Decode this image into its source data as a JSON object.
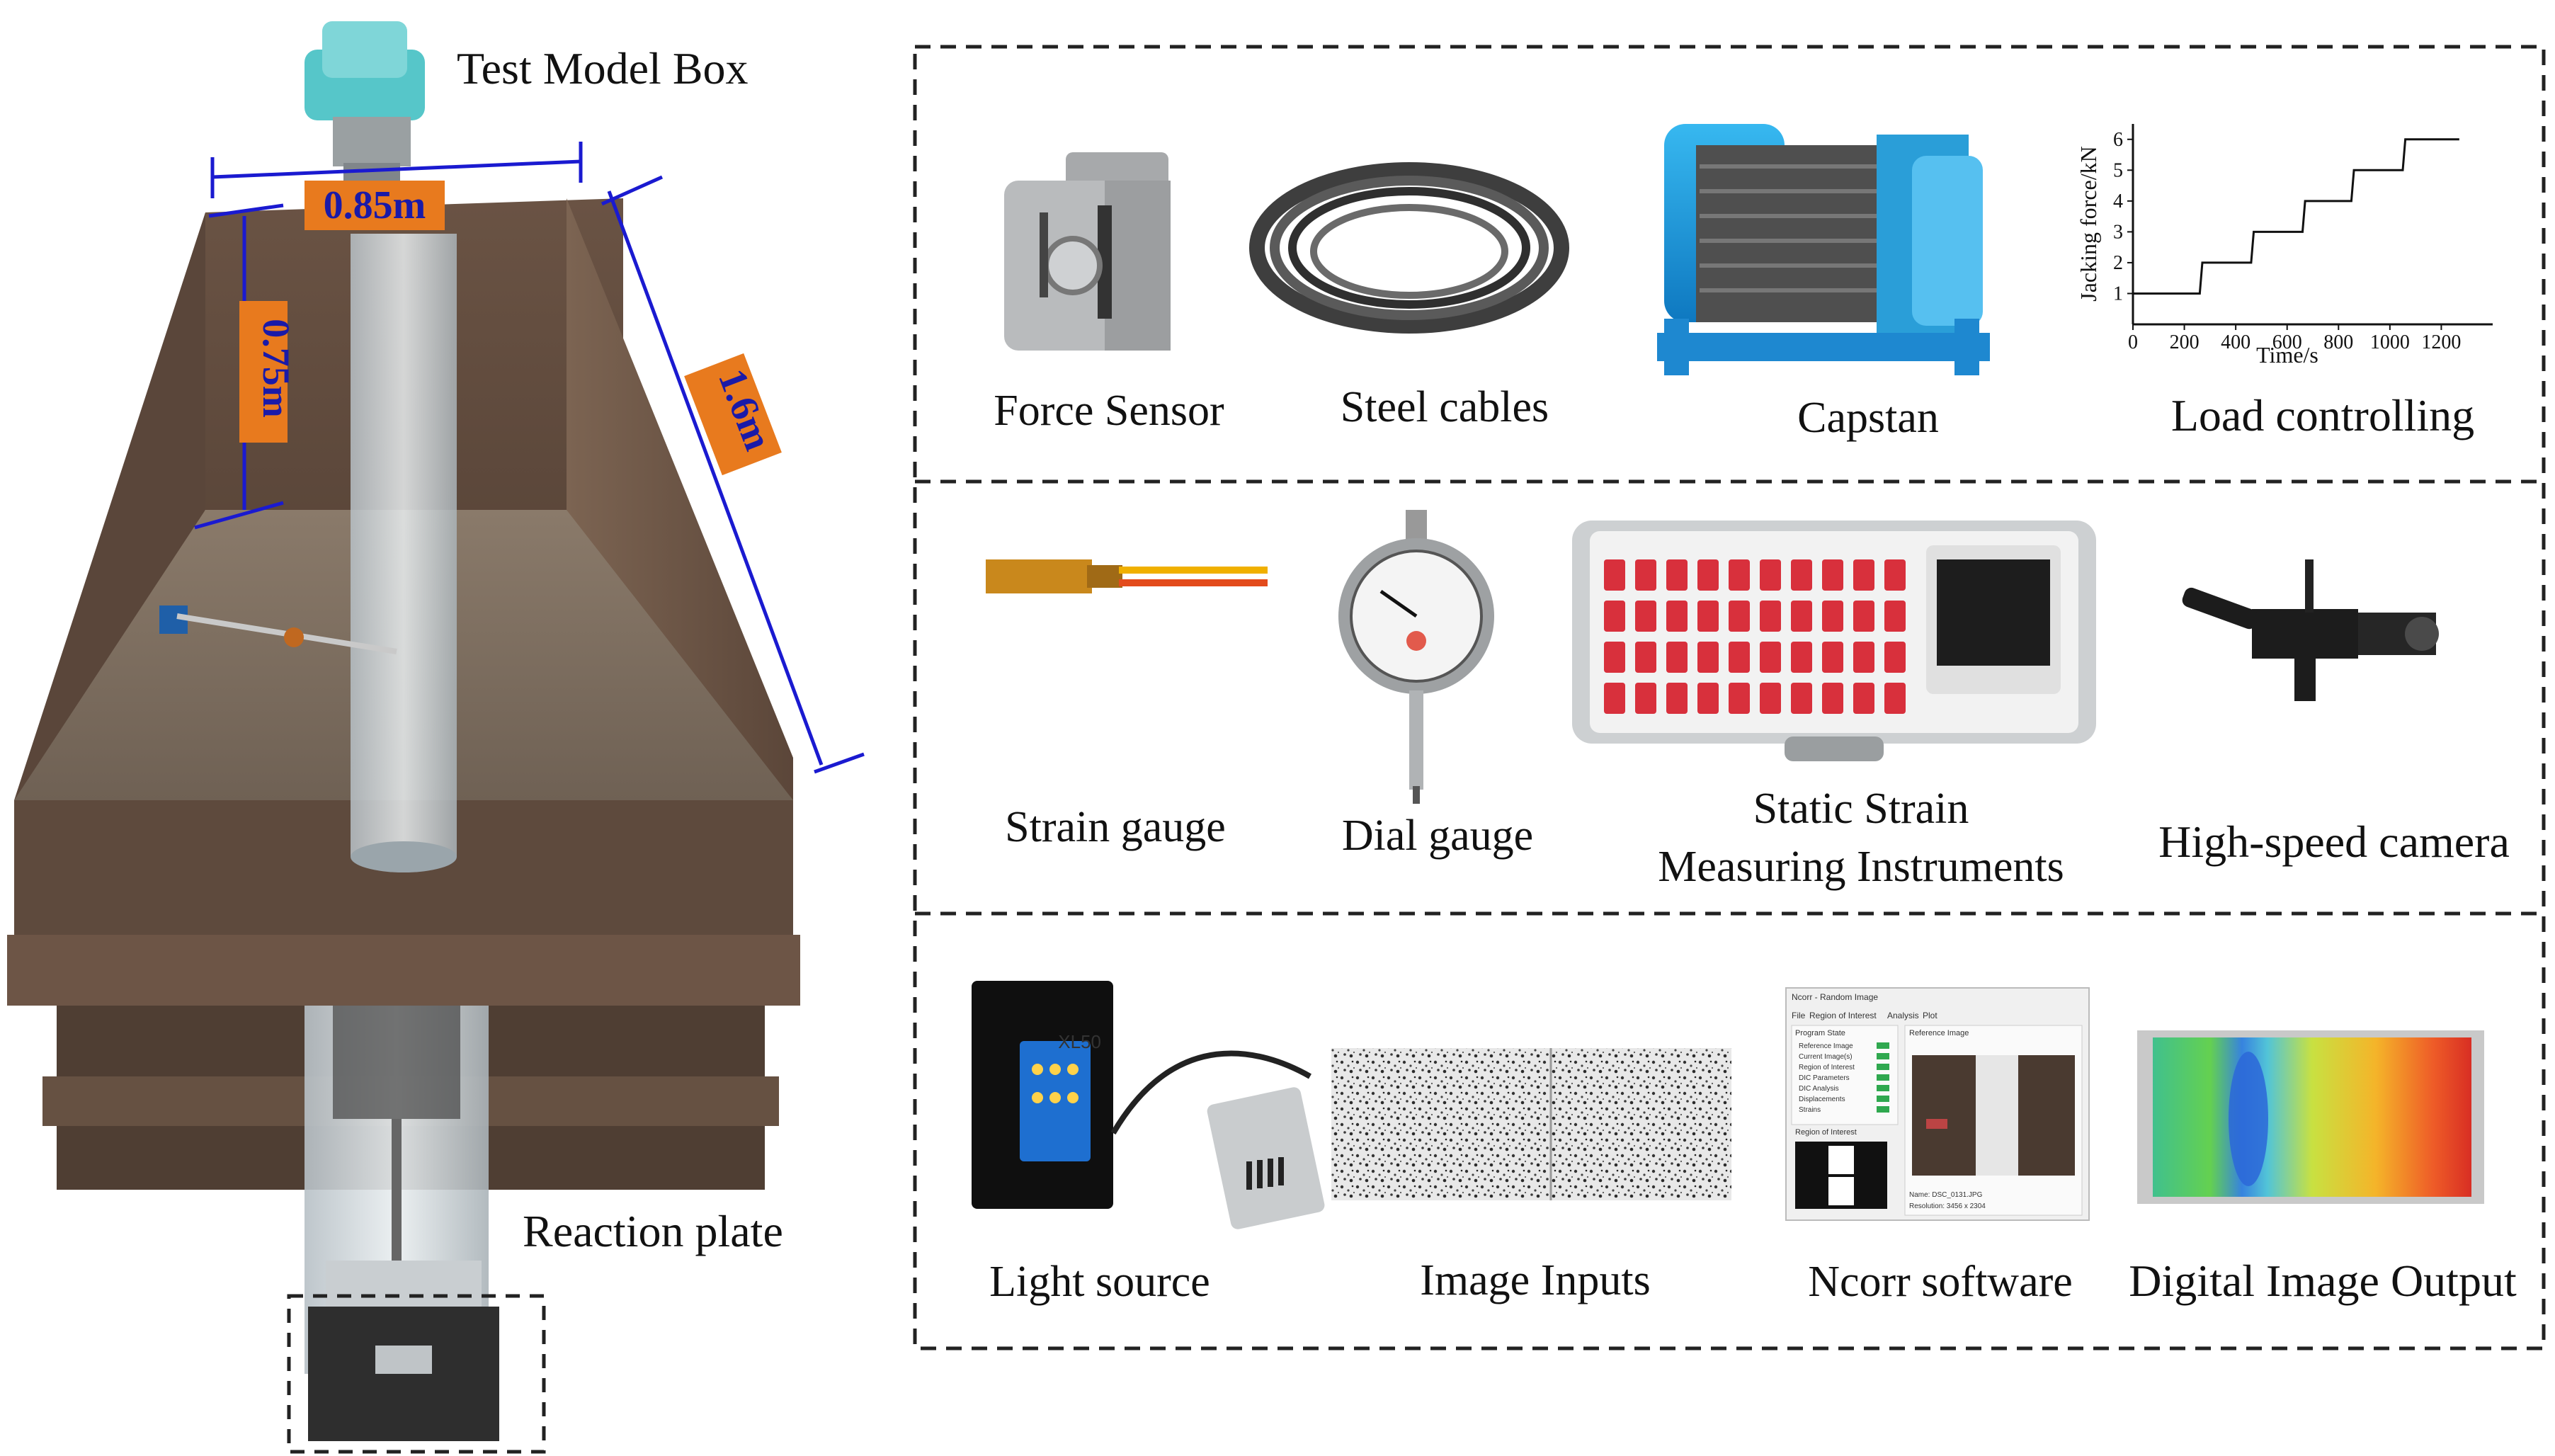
{
  "left_photo": {
    "test_model_box_label": "Test Model Box",
    "reaction_plate_label": "Reaction plate",
    "dims": {
      "width": "0.85m",
      "height": "0.75m",
      "length": "1.6m"
    }
  },
  "rows": [
    {
      "items": [
        {
          "label": "Force Sensor",
          "icon": "force-sensor"
        },
        {
          "label": "Steel cables",
          "icon": "steel-cables"
        },
        {
          "label": "Capstan",
          "icon": "capstan"
        },
        {
          "label": "Load controlling",
          "icon": "load-chart"
        }
      ]
    },
    {
      "items": [
        {
          "label": "Strain gauge",
          "icon": "strain-gauge"
        },
        {
          "label": "Dial gauge",
          "icon": "dial-gauge"
        },
        {
          "label_line1": "Static Strain",
          "label_line2": "Measuring Instruments",
          "icon": "strain-instrument"
        },
        {
          "label": "High-speed camera",
          "icon": "camera"
        }
      ]
    },
    {
      "items": [
        {
          "label": "Light source",
          "icon": "light-source"
        },
        {
          "label": "Image Inputs",
          "icon": "speckle-image"
        },
        {
          "label": "Ncorr software",
          "icon": "software-window"
        },
        {
          "label": "Digital Image Output",
          "icon": "dic-heatmap"
        }
      ]
    }
  ],
  "device_texts": {
    "light_source_model": "XL50",
    "ncorr_title": "Ncorr - Random Image",
    "ncorr_menu": [
      "File",
      "Region of Interest",
      "Analysis",
      "Plot"
    ],
    "ncorr_panel_title": "Program State",
    "ncorr_states": [
      "Reference Image",
      "Current Image(s)",
      "Region of Interest",
      "DIC Parameters",
      "DIC Analysis",
      "Displacements",
      "Strains"
    ],
    "ncorr_roi_title": "Region of Interest",
    "ncorr_ref_title": "Reference Image",
    "ncorr_file_name": "Name: DSC_0131.JPG",
    "ncorr_resolution": "Resolution: 3456 x 2304"
  },
  "chart_data": {
    "type": "line",
    "xlabel": "Time/s",
    "ylabel": "Jacking force/kN",
    "xticks": [
      0,
      200,
      400,
      600,
      800,
      1000,
      1200
    ],
    "yticks": [
      1,
      2,
      3,
      4,
      5,
      6
    ],
    "xlim": [
      0,
      1400
    ],
    "ylim": [
      0,
      6.5
    ],
    "x": [
      0,
      260,
      270,
      460,
      470,
      660,
      670,
      850,
      860,
      1050,
      1060,
      1270
    ],
    "y": [
      1,
      1,
      2,
      2,
      3,
      3,
      4,
      4,
      5,
      5,
      6,
      6
    ]
  },
  "colors": {
    "dimension_line": "#1a1ad0",
    "dimension_label_bg": "#e87a1e",
    "dimension_text": "#1a1aa8",
    "frame": "#222222"
  }
}
